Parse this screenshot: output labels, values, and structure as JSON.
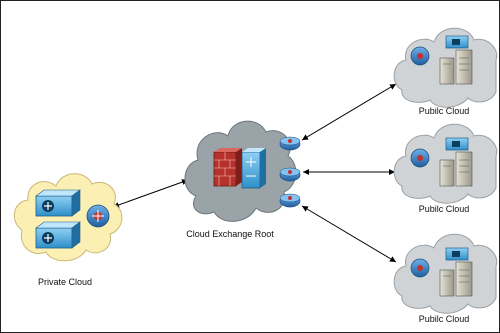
{
  "diagram": {
    "private_cloud": {
      "label": "Private Cloud"
    },
    "exchange": {
      "label": "Cloud Exchange Root"
    },
    "public_clouds": [
      {
        "label": "Pubilc Cloud"
      },
      {
        "label": "Pubilc Cloud"
      },
      {
        "label": "Pubilc Cloud"
      }
    ]
  },
  "colors": {
    "private_cloud_fill": "#fcefb4",
    "public_cloud_fill": "#cfd3d5",
    "exchange_cloud_fill": "#9aa3a8",
    "connector": "#000000",
    "device_blue": "#2f8fc9",
    "router_blue": "#3b7fc4",
    "firewall_red": "#b5312c"
  }
}
